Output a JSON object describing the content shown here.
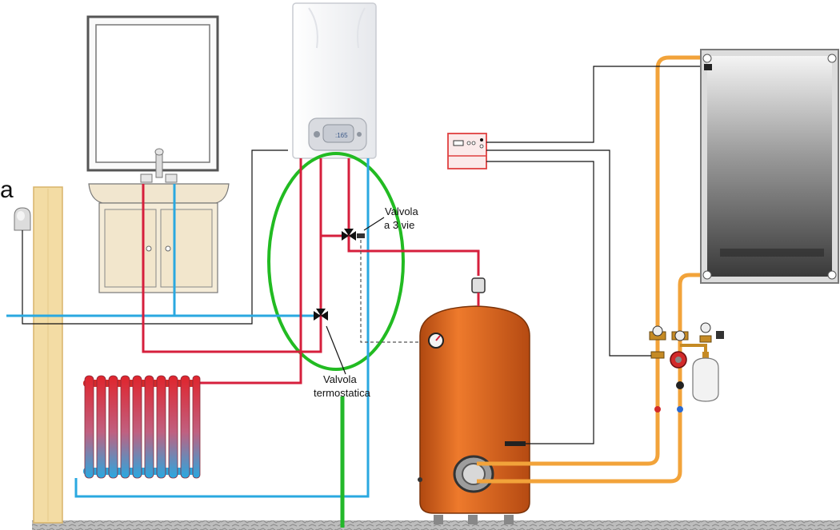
{
  "labels": {
    "valve_3way_line1": "Valvola",
    "valve_3way_line2": "a 3 vie",
    "valve_thermo_line1": "Valvola",
    "valve_thermo_line2": "termostatica",
    "cut_text": "a"
  },
  "colors": {
    "hot_pipe": "#d61f3c",
    "cold_pipe": "#2aa8e0",
    "solar_pipe": "#f2a33a",
    "inlet_pipe": "#23b82a",
    "highlight_ellipse": "#22bb22",
    "tank": "#d2611c",
    "wall": "#f1d9a0"
  },
  "icons": [
    "sink-icon",
    "mirror-icon",
    "boiler-icon",
    "radiator-icon",
    "solar-panel-icon",
    "storage-tank-icon",
    "controller-icon",
    "pump-icon",
    "expansion-vessel-icon",
    "valve-icon",
    "thermometer-icon",
    "outdoor-sensor-icon"
  ]
}
